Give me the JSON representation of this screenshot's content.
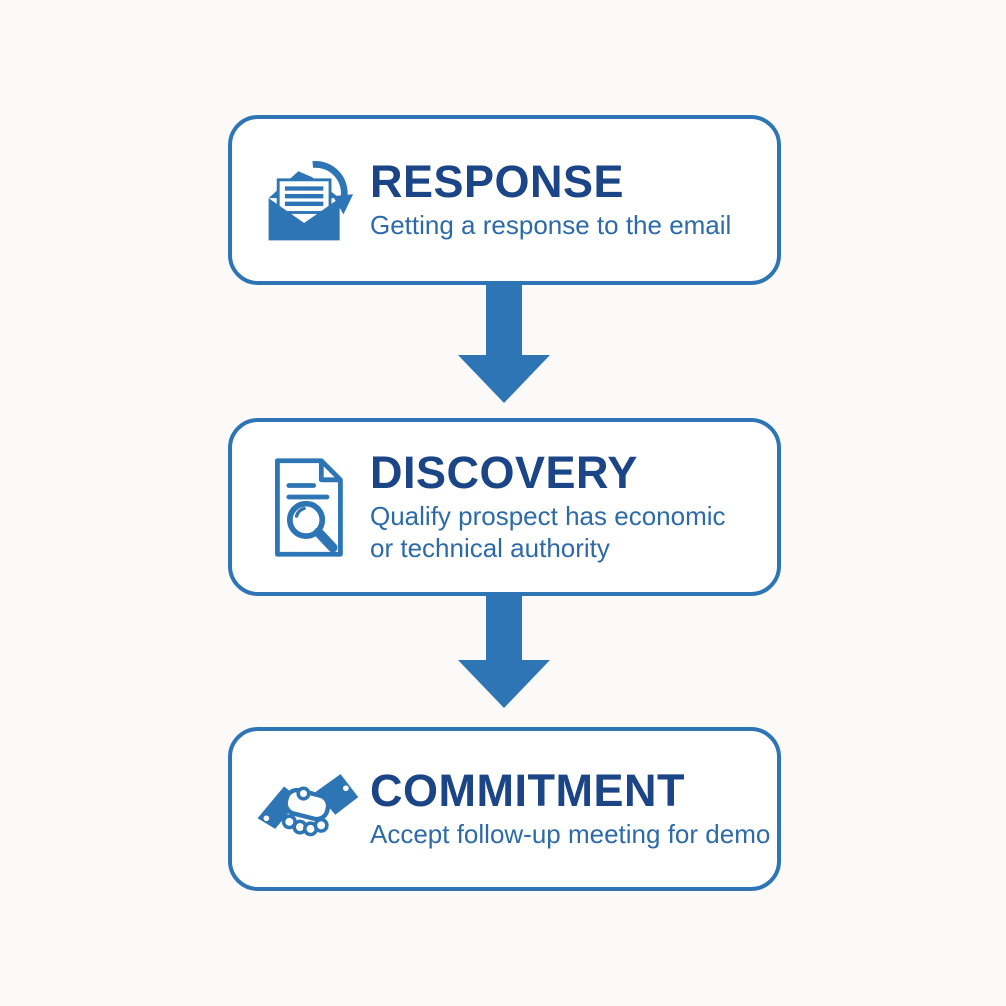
{
  "diagram": {
    "type": "vertical-flowchart",
    "flow_direction": "down",
    "colors": {
      "accent": "#2e75b5",
      "heading": "#1b4586",
      "subtitle": "#2d6ba8",
      "background": "#fbfaf9",
      "box_background": "#ffffff"
    },
    "steps": [
      {
        "id": "response",
        "icon": "email-response-icon",
        "title": "RESPONSE",
        "subtitle": "Getting a response to the email"
      },
      {
        "id": "discovery",
        "icon": "document-search-icon",
        "title": "DISCOVERY",
        "subtitle": "Qualify prospect has economic\nor technical authority"
      },
      {
        "id": "commitment",
        "icon": "handshake-icon",
        "title": "COMMITMENT",
        "subtitle": "Accept follow-up meeting for demo"
      }
    ],
    "connectors": [
      {
        "from": "response",
        "to": "discovery",
        "shape": "solid-down-arrow"
      },
      {
        "from": "discovery",
        "to": "commitment",
        "shape": "solid-down-arrow"
      }
    ]
  }
}
